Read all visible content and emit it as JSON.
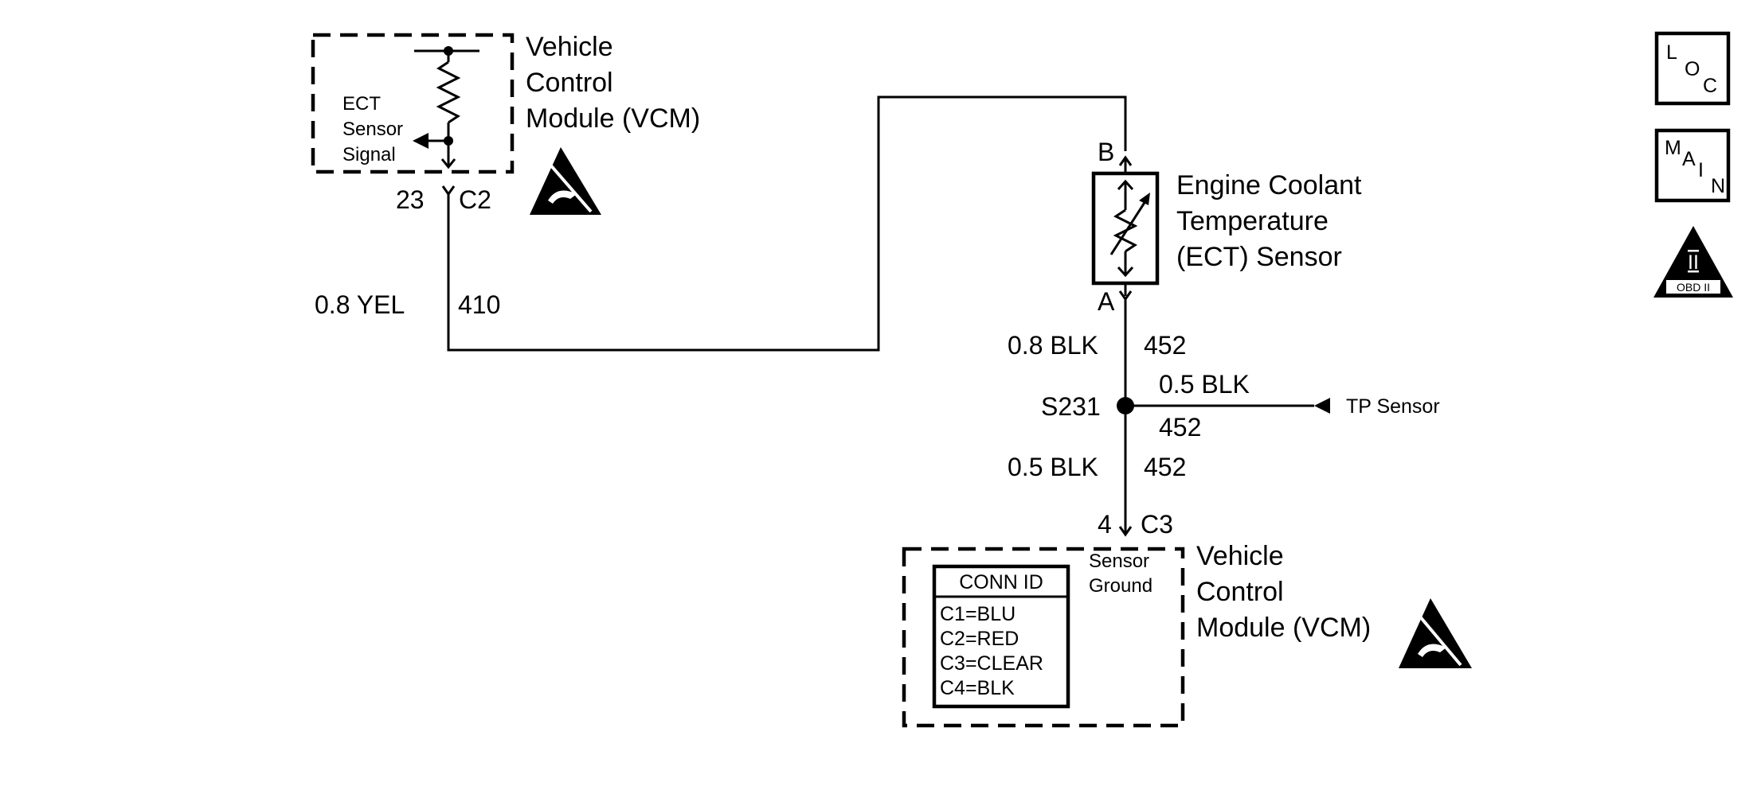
{
  "vcm_top": {
    "title_lines": [
      "Vehicle",
      "Control",
      "Module (VCM)"
    ],
    "signal_lines": [
      "ECT",
      "Sensor",
      "Signal"
    ],
    "pin": "23",
    "connector": "C2"
  },
  "wire_410": {
    "gauge_color": "0.8 YEL",
    "circuit": "410"
  },
  "ect_sensor": {
    "title_lines": [
      "Engine Coolant",
      "Temperature",
      "(ECT) Sensor"
    ],
    "pin_b": "B",
    "pin_a": "A"
  },
  "wire_452_upper": {
    "gauge_color": "0.8 BLK",
    "circuit": "452"
  },
  "splice": {
    "id": "S231"
  },
  "tp_branch": {
    "gauge_color": "0.5 BLK",
    "circuit": "452",
    "destination": "TP Sensor"
  },
  "wire_452_lower": {
    "gauge_color": "0.5 BLK",
    "circuit": "452"
  },
  "vcm_bottom": {
    "pin": "4",
    "connector": "C3",
    "ground_lines": [
      "Sensor",
      "Ground"
    ],
    "title_lines": [
      "Vehicle",
      "Control",
      "Module (VCM)"
    ],
    "conn_id": {
      "header": "CONN ID",
      "entries": [
        "C1=BLU",
        "C2=RED",
        "C3=CLEAR",
        "C4=BLK"
      ]
    }
  },
  "legend": {
    "loc_letters": [
      "L",
      "O",
      "C"
    ],
    "main_letters": [
      "M",
      "A",
      "I",
      "N"
    ],
    "obd_numeral": "II",
    "obd_label": "OBD II"
  }
}
